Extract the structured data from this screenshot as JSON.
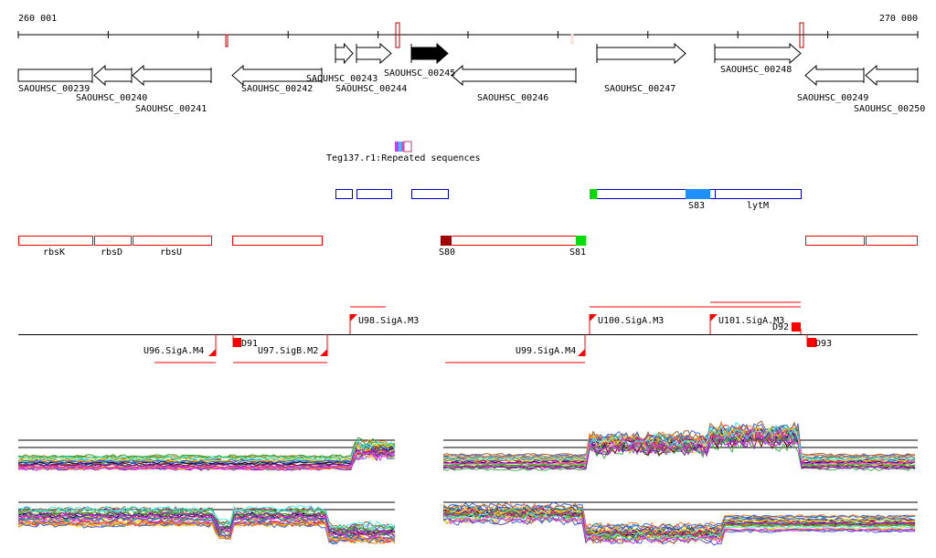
{
  "ruler": {
    "start": "260 001",
    "end": "270 000"
  },
  "genes": [
    {
      "name": "SAOUHSC_00239",
      "strand": "none",
      "row": "bottom"
    },
    {
      "name": "SAOUHSC_00240",
      "strand": "-",
      "row": "bottom"
    },
    {
      "name": "SAOUHSC_00241",
      "strand": "-",
      "row": "bottom"
    },
    {
      "name": "SAOUHSC_00242",
      "strand": "-",
      "row": "bottom"
    },
    {
      "name": "SAOUHSC_00243",
      "strand": "+",
      "row": "top"
    },
    {
      "name": "SAOUHSC_00244",
      "strand": "+",
      "row": "top"
    },
    {
      "name": "SAOUHSC_00245",
      "strand": "+",
      "row": "top",
      "selected": true
    },
    {
      "name": "SAOUHSC_00246",
      "strand": "-",
      "row": "bottom"
    },
    {
      "name": "SAOUHSC_00247",
      "strand": "+",
      "row": "top"
    },
    {
      "name": "SAOUHSC_00248",
      "strand": "+",
      "row": "top"
    },
    {
      "name": "SAOUHSC_00249",
      "strand": "-",
      "row": "bottom"
    },
    {
      "name": "SAOUHSC_00250",
      "strand": "-",
      "row": "bottom"
    }
  ],
  "repeat": {
    "label": "Teg137.r1:Repeated sequences"
  },
  "blue_features": {
    "s83": "S83",
    "lytm": "lytM"
  },
  "red_features": {
    "rbsk": "rbsK",
    "rbsd": "rbsD",
    "rbsu": "rbsU",
    "s80": "S80",
    "s81": "S81"
  },
  "promoters": {
    "u96": "U96.SigA.M4",
    "u97": "U97.SigB.M2",
    "u98": "U98.SigA.M3",
    "u99": "U99.SigA.M4",
    "u100": "U100.SigA.M3",
    "u101": "U101.SigA.M3",
    "d91": "D91",
    "d92": "D92",
    "d93": "D93"
  },
  "colors": {
    "red": "#ff0000",
    "darkred": "#a00000",
    "blue": "#0000cc",
    "lightblue": "#1e90ff",
    "green": "#00dd00"
  }
}
